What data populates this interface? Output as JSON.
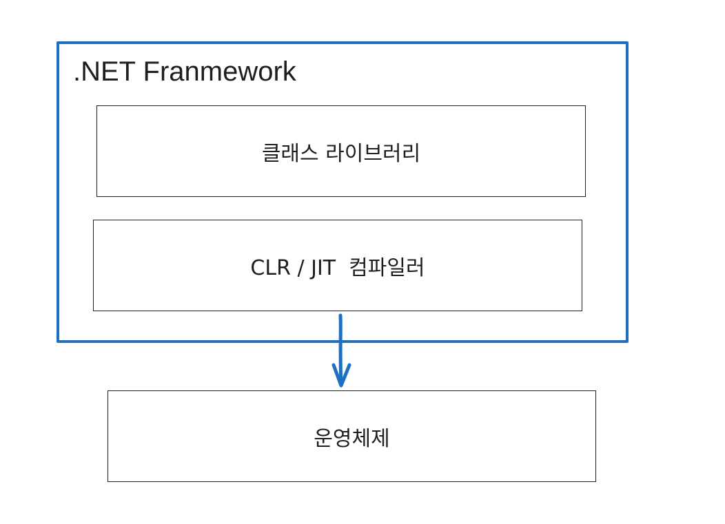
{
  "diagram": {
    "frame_title": ".NET Franmework",
    "boxes": {
      "class_library": "클래스 라이브러리",
      "clr_jit": "CLR / JIT  컴파일러",
      "os": "운영체제"
    },
    "colors": {
      "frame_border": "#1f6fc0",
      "arrow": "#1f6fc0",
      "box_border": "#1e1e1e",
      "text": "#1e1e1e"
    }
  }
}
